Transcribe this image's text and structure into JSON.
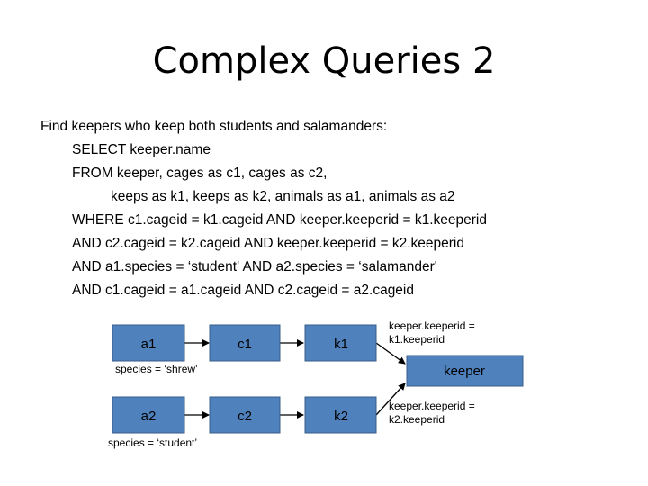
{
  "title": "Complex Queries 2",
  "heading": "Find keepers who keep both students and salamanders:",
  "query_lines": [
    "SELECT keeper.name",
    "FROM keeper, cages as c1, cages as c2,",
    "keeps as k1, keeps as k2, animals as a1, animals as a2",
    "WHERE c1.cageid = k1.cageid AND keeper.keeperid = k1.keeperid",
    "AND c2.cageid = k2.cageid AND keeper.keeperid = k2.keeperid",
    "AND a1.species = ‘student' AND a2.species = ‘salamander'",
    "AND c1.cageid = a1.cageid AND c2.cageid = a2.cageid"
  ],
  "diagram": {
    "nodes": {
      "a1": "a1",
      "c1": "c1",
      "k1": "k1",
      "a2": "a2",
      "c2": "c2",
      "k2": "k2",
      "keeper": "keeper"
    },
    "labels": {
      "a1_species": "species = ‘shrew’",
      "a2_species": "species = ‘student’",
      "k1_join_line1": "keeper.keeperid =",
      "k1_join_line2": "k1.keeperid",
      "k2_join_line1": "keeper.keeperid =",
      "k2_join_line2": "k2.keeperid"
    },
    "node_color": "#4f81bd",
    "node_border_color": "#385d8a",
    "node_text_color": "#000000"
  }
}
